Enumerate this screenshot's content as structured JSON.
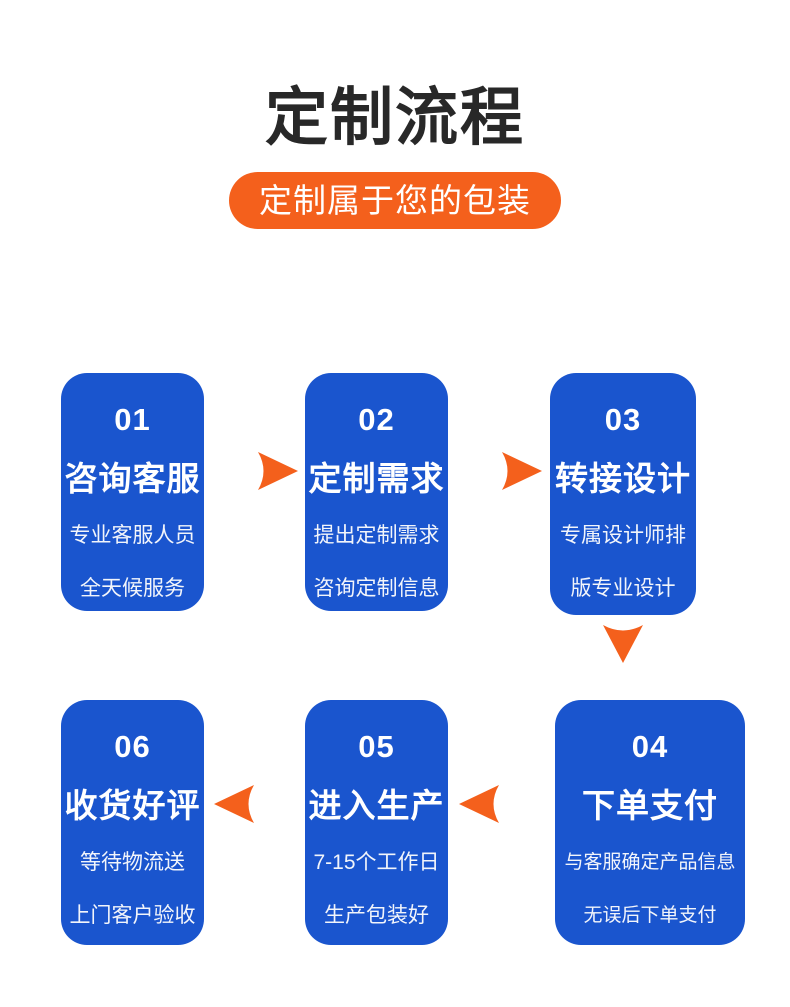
{
  "header": {
    "title": "定制流程",
    "subtitle": "定制属于您的包装"
  },
  "colors": {
    "card_blue": "#1a55ce",
    "accent_orange": "#f4601c",
    "title_dark": "#282828",
    "page_background": "#ffffff",
    "card_text": "#ffffff"
  },
  "flow": {
    "steps": [
      {
        "number": "01",
        "name": "咨询客服",
        "desc_line1": "专业客服人员",
        "desc_line2": "全天候服务"
      },
      {
        "number": "02",
        "name": "定制需求",
        "desc_line1": "提出定制需求",
        "desc_line2": "咨询定制信息"
      },
      {
        "number": "03",
        "name": "转接设计",
        "desc_line1": "专属设计师排",
        "desc_line2": "版专业设计"
      },
      {
        "number": "04",
        "name": "下单支付",
        "desc_line1": "与客服确定产品信息",
        "desc_line2": "无误后下单支付"
      },
      {
        "number": "05",
        "name": "进入生产",
        "desc_line1": "7-15个工作日",
        "desc_line2": "生产包装好"
      },
      {
        "number": "06",
        "name": "收货好评",
        "desc_line1": "等待物流送",
        "desc_line2": "上门客户验收"
      }
    ],
    "arrows": [
      {
        "name": "arrow-step-01-to-02",
        "direction": "right"
      },
      {
        "name": "arrow-step-02-to-03",
        "direction": "right"
      },
      {
        "name": "arrow-step-03-to-04",
        "direction": "down"
      },
      {
        "name": "arrow-step-04-to-05",
        "direction": "left"
      },
      {
        "name": "arrow-step-05-to-06",
        "direction": "left"
      }
    ]
  }
}
